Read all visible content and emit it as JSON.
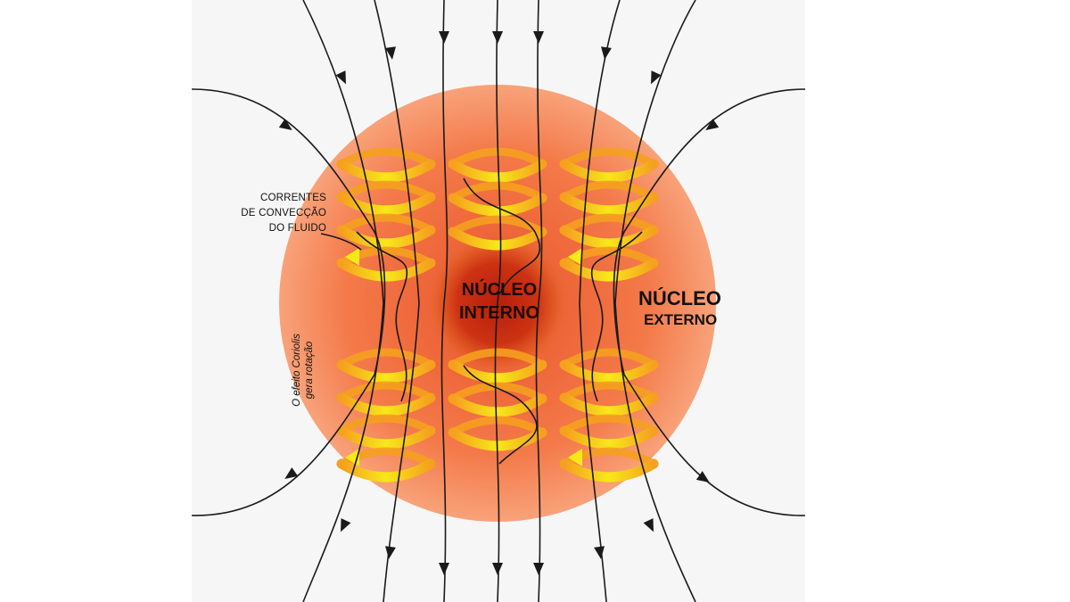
{
  "labels": {
    "inner_core_line1": "NÚCLEO",
    "inner_core_line2": "INTERNO",
    "outer_core_line1": "NÚCLEO",
    "outer_core_line2": "EXTERNO",
    "convection_line1": "CORRENTES",
    "convection_line2": "DE CONVECÇÃO",
    "convection_line3": "DO FLUIDO",
    "coriolis_line1": "O efeito Coriolis",
    "coriolis_line2": "gera rotação"
  },
  "colors": {
    "outer_core": "#f47a4a",
    "outer_core_edge": "#f6a57c",
    "inner_core": "#c0260f",
    "spiral_yellow": "#f7e81a",
    "spiral_orange": "#f5a01e",
    "field_line": "#1a1a1a"
  },
  "icons": [
    "arrowhead-icon",
    "spiral-arrow-icon"
  ]
}
